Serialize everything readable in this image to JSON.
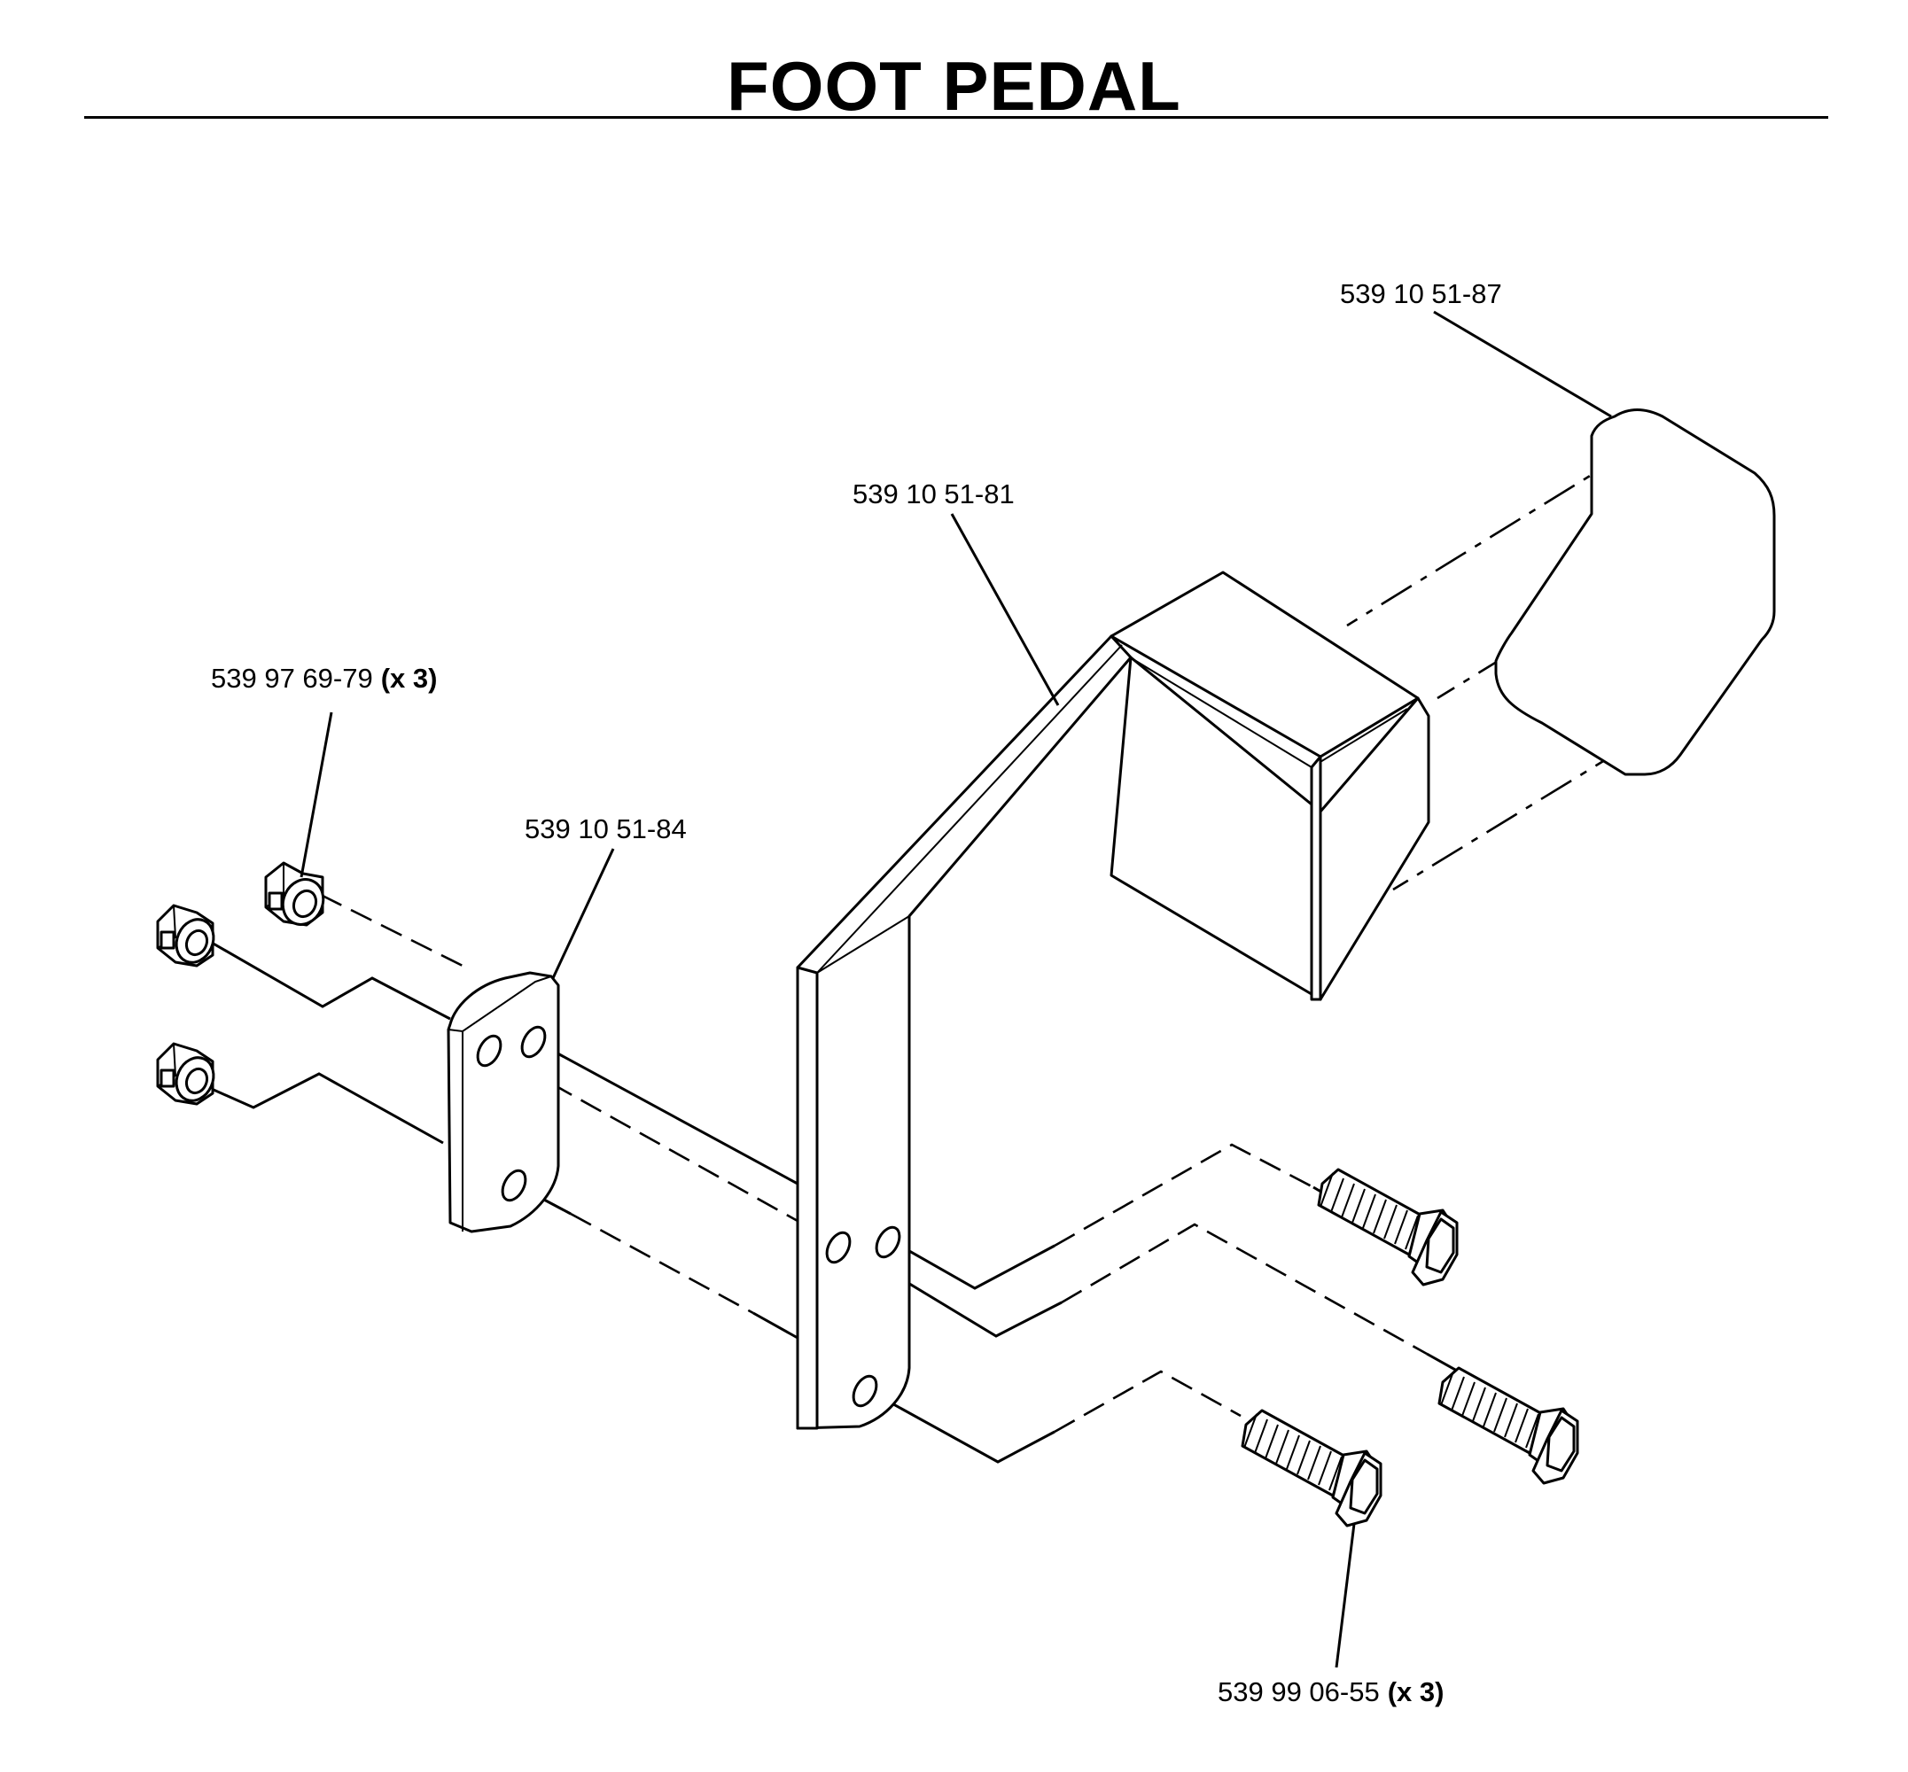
{
  "title": "FOOT PEDAL",
  "parts": [
    {
      "part_number": "539 10 51-87",
      "quantity": ""
    },
    {
      "part_number": "539 10 51-81",
      "quantity": ""
    },
    {
      "part_number": "539 97 69-79",
      "quantity": "(x 3)"
    },
    {
      "part_number": "539 10 51-84",
      "quantity": ""
    },
    {
      "part_number": "539 99 06-55",
      "quantity": "(x 3)"
    }
  ]
}
